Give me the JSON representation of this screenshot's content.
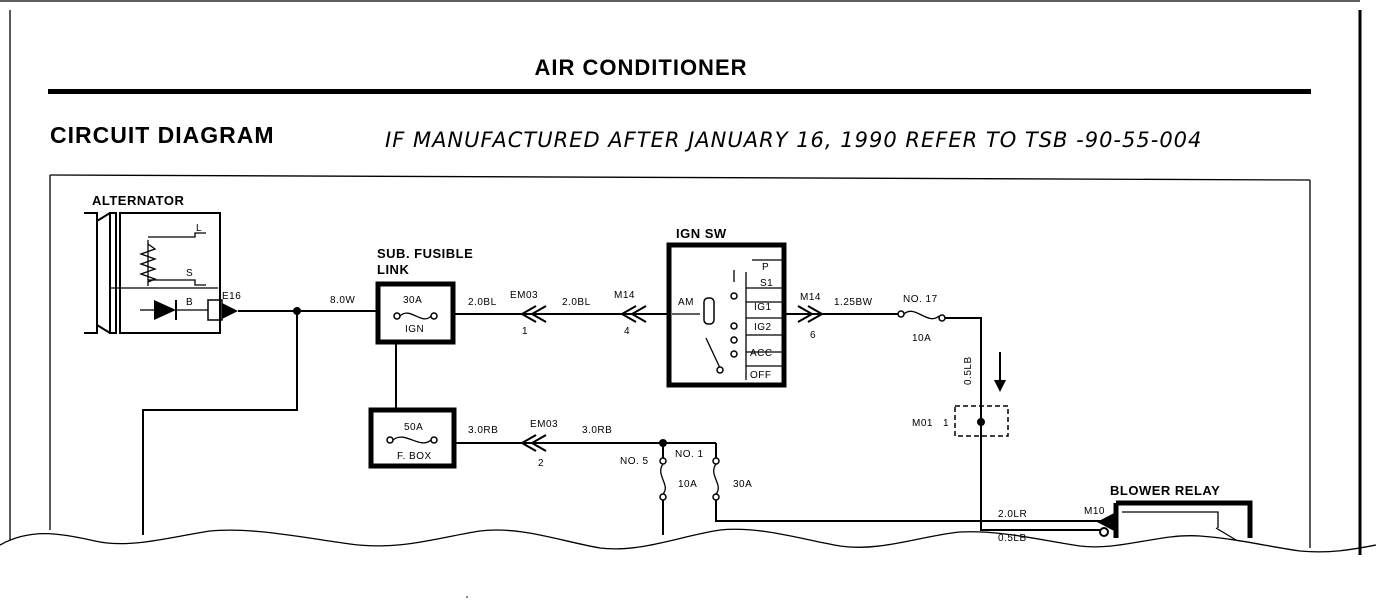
{
  "header": {
    "title": "AIR CONDITIONER",
    "section": "CIRCUIT DIAGRAM",
    "handwritten_note": "IF MANUFACTURED AFTER JANUARY 16, 1990 REFER TO TSB -90-55-004"
  },
  "components": {
    "alternator": {
      "label": "ALTERNATOR",
      "terminal_l": "L",
      "terminal_s": "S",
      "terminal_b": "B",
      "connector": "E16"
    },
    "sub_fusible_link": {
      "label_line1": "SUB. FUSIBLE",
      "label_line2": "LINK",
      "rating": "30A",
      "tag": "IGN"
    },
    "fuse_box": {
      "rating": "50A",
      "tag": "F. BOX"
    },
    "ign_sw": {
      "label": "IGN SW",
      "positions": [
        "P",
        "S1",
        "IG1",
        "IG2",
        "ACC",
        "OFF"
      ],
      "am": "AM"
    },
    "fuse_no17": {
      "label": "NO. 17",
      "rating": "10A"
    },
    "fuse_no5": {
      "label": "NO. 5",
      "rating": "10A"
    },
    "fuse_no1": {
      "label": "NO. 1",
      "rating": "30A"
    },
    "blower_relay": {
      "label": "BLOWER RELAY",
      "connector": "M10"
    }
  },
  "wires": {
    "w_8ow": "8.0W",
    "w_20bl_a": "2.0BL",
    "w_20bl_b": "2.0BL",
    "w_30rb_a": "3.0RB",
    "w_30rb_b": "3.0RB",
    "w_125bw": "1.25BW",
    "w_05lb_v": "0.5LB",
    "w_20lr": "2.0LR",
    "w_05lb_h": "0.5LB"
  },
  "connectors": {
    "em03_top": "EM03",
    "em03_top_pin": "1",
    "m14_left": "M14",
    "m14_left_pin": "4",
    "m14_right": "M14",
    "m14_right_pin": "6",
    "em03_bottom": "EM03",
    "em03_bottom_pin": "2",
    "m01": "M01",
    "m01_pin": "1"
  }
}
